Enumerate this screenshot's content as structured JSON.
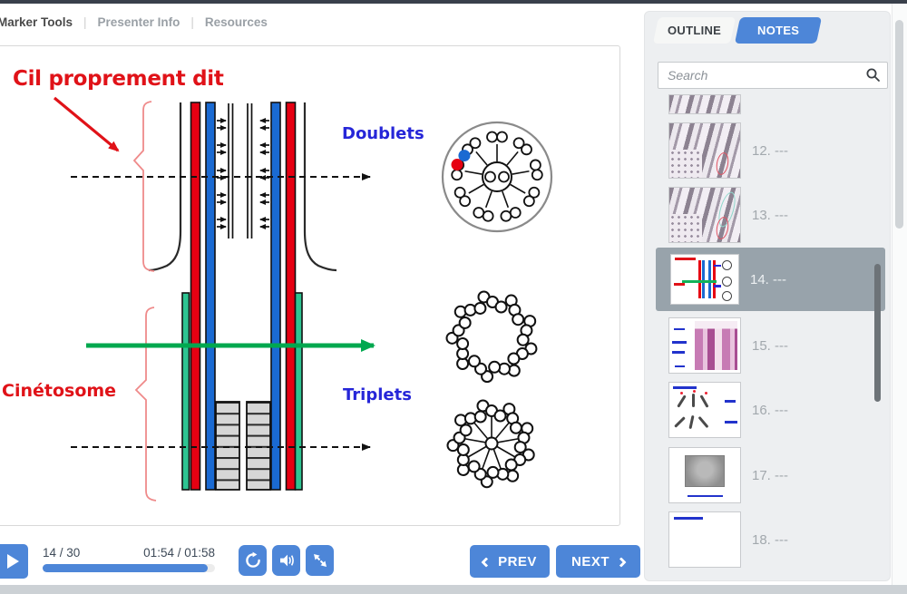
{
  "header": {
    "separator": "|",
    "menu": [
      {
        "label": "Marker Tools"
      },
      {
        "label": "Presenter Info"
      },
      {
        "label": "Resources"
      }
    ]
  },
  "slide": {
    "label_cil": "Cil proprement dit",
    "label_cinetosome": "Cinétosome",
    "label_doublets": "Doublets",
    "label_triplets": "Triplets",
    "colors": {
      "red_label": "#e01218",
      "blue_label": "#2626d8",
      "bar_red": "#e60012",
      "bar_blue": "#1a6ad2",
      "bar_green": "#2ec492",
      "arrow_green": "#00a84f",
      "brace": "#ef8a8a",
      "accent_blue": "#4d86d8"
    },
    "cross_sections": {
      "doublet_count": 9,
      "triplet_count": 9
    }
  },
  "player": {
    "slide_counter": "14 / 30",
    "time": "01:54 / 01:58",
    "progress_pct": 96,
    "prev": "PREV",
    "next": "NEXT"
  },
  "sidebar": {
    "tab_outline": "OUTLINE",
    "tab_notes": "NOTES",
    "search_placeholder": "Search",
    "items": [
      {
        "label": ""
      },
      {
        "label": "12. ---"
      },
      {
        "label": "13. ---"
      },
      {
        "label": "14. ---"
      },
      {
        "label": "15. ---"
      },
      {
        "label": "16. ---"
      },
      {
        "label": "17. ---"
      },
      {
        "label": "18. ---"
      }
    ]
  }
}
